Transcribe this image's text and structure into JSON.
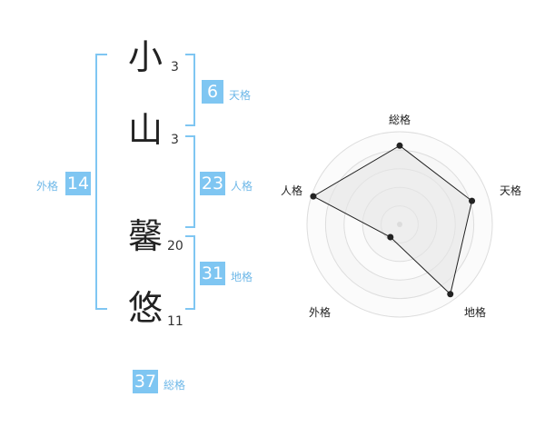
{
  "name": {
    "chars": [
      {
        "char": "小",
        "strokes": "3"
      },
      {
        "char": "山",
        "strokes": "3"
      },
      {
        "char": "馨",
        "strokes": "20"
      },
      {
        "char": "悠",
        "strokes": "11"
      }
    ]
  },
  "fortune": {
    "tenkaku": {
      "value": "6",
      "label": "天格"
    },
    "jinkaku": {
      "value": "23",
      "label": "人格"
    },
    "chikaku": {
      "value": "31",
      "label": "地格"
    },
    "gaikaku": {
      "value": "14",
      "label": "外格"
    },
    "soukaku": {
      "value": "37",
      "label": "総格"
    }
  },
  "chart_data": {
    "type": "radar",
    "axes": [
      "総格",
      "天格",
      "地格",
      "外格",
      "人格"
    ],
    "values": [
      0.85,
      0.82,
      0.93,
      0.17,
      0.98
    ],
    "max": 1,
    "rings": 5
  },
  "colors": {
    "bracket": "#7fc6f2",
    "box": "#7fc6f2",
    "radar_fill": "#e6e6e6",
    "radar_stroke": "#222222",
    "ring": "#dddddd"
  }
}
